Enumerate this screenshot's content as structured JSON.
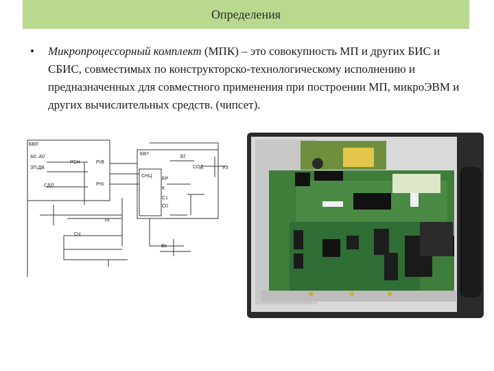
{
  "slide": {
    "title": "Определения",
    "bullet_term": "Микропроцессорный комплект",
    "bullet_rest": " (МПК) – это совокупность МП и других БИС и СБИС, совместимых по конструкторско-технологическому исполнению и предназначенных для совместного применения при построении МП, микроЭВМ и других вычислительных средств. (чипсет)."
  },
  "schematic": {
    "labels": [
      "БВЛ",
      "А0..А0",
      "ЗП.ДВ",
      "СДЛ",
      "РСН",
      "РгВ",
      "Рг6",
      "БВ7",
      "ЕГ",
      "СОД",
      "УЗ",
      "СНЦ",
      "ЕР",
      "К",
      "С1",
      "С0",
      "Рг",
      "СЧ",
      "Вх"
    ]
  },
  "icons": {
    "bullet": "bullet-dot-icon"
  }
}
